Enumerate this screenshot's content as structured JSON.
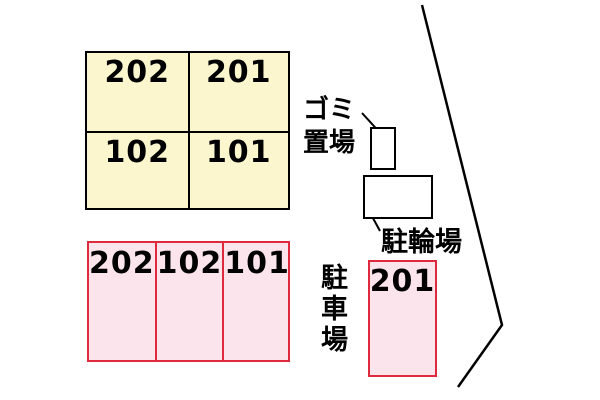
{
  "colors": {
    "building_fill": "#FBF6CE",
    "parking_fill": "#FCE4EC",
    "parking_border": "#DE2A3C",
    "line_color": "#000000"
  },
  "building": {
    "units": [
      {
        "label": "202"
      },
      {
        "label": "201"
      },
      {
        "label": "102"
      },
      {
        "label": "101"
      }
    ]
  },
  "garbage_area": {
    "label_line1": "ゴミ",
    "label_line2": "置場"
  },
  "bicycle_parking": {
    "label": "駐輪場"
  },
  "car_parking": {
    "label": "駐車場",
    "stalls": [
      {
        "label": "202"
      },
      {
        "label": "102"
      },
      {
        "label": "101"
      }
    ],
    "detached_stall": {
      "label": "201"
    }
  }
}
